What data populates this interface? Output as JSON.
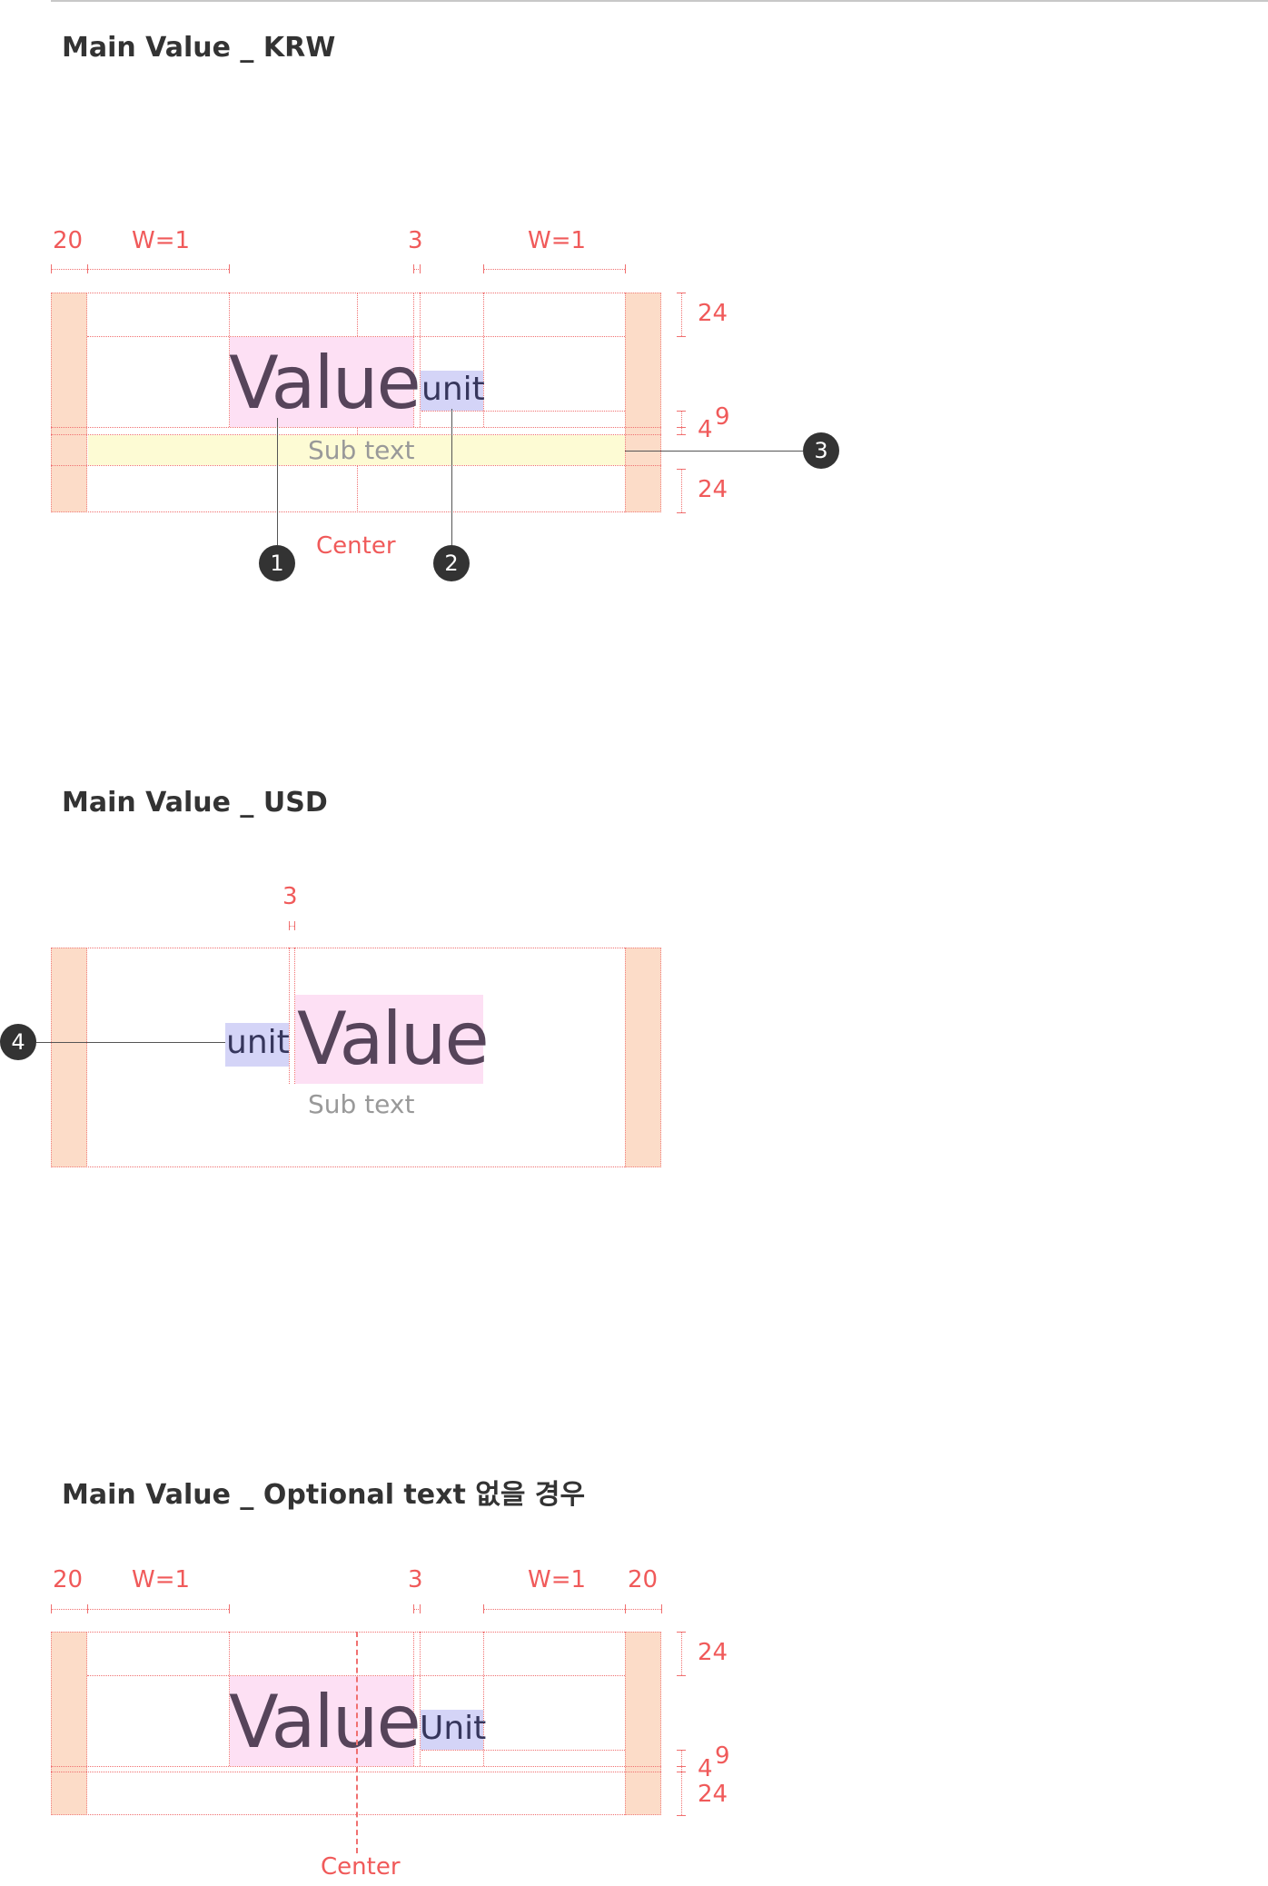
{
  "sections": [
    {
      "title": "Main Value _ KRW"
    },
    {
      "title": "Main Value _ USD"
    },
    {
      "title": "Main Value _ Optional text 없을 경우"
    }
  ],
  "labels": {
    "value": "Value",
    "unit": "unit",
    "unit_capital": "Unit",
    "sub_text": "Sub text",
    "center": "Center"
  },
  "dimensions": {
    "margin": "20",
    "width_fill": "W=1",
    "gap": "3",
    "top_padding": "24",
    "value_sub_gap": "4",
    "nine": "9",
    "bottom_padding": "24"
  },
  "badges": [
    "1",
    "2",
    "3",
    "4"
  ],
  "colors": {
    "margin_fill": "#fcdcc8",
    "value_fill": "#fde0f4",
    "unit_fill": "#d4d4f7",
    "subtext_fill": "#fdfbd4",
    "guide_red": "#f05a5a",
    "badge": "#333333"
  }
}
